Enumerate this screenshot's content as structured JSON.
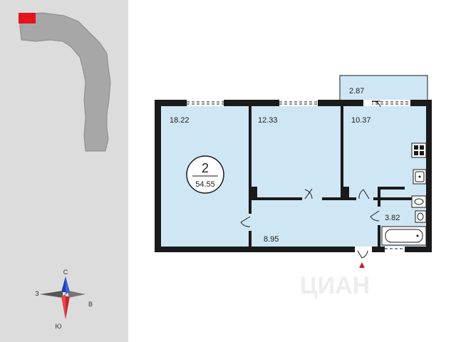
{
  "building_minimap": {
    "highlight_color": "#e3141b",
    "building_color": "#a7a7a7"
  },
  "apartment": {
    "rooms_count": "2",
    "total_area": "54.55"
  },
  "rooms": [
    {
      "name": "room-1",
      "area": "18.22"
    },
    {
      "name": "room-2",
      "area": "12.33"
    },
    {
      "name": "kitchen",
      "area": "10.37"
    },
    {
      "name": "balcony",
      "area": "2.87"
    },
    {
      "name": "bathroom",
      "area": "3.82"
    },
    {
      "name": "hallway",
      "area": "8.95"
    }
  ],
  "compass": {
    "north": "С",
    "south": "Ю",
    "east": "В",
    "west": "З"
  },
  "watermark": "ЦИАН",
  "colors": {
    "room_fill": "#cfe6f5",
    "wall": "#1a1a1a",
    "entrance_marker": "#c0202a"
  }
}
